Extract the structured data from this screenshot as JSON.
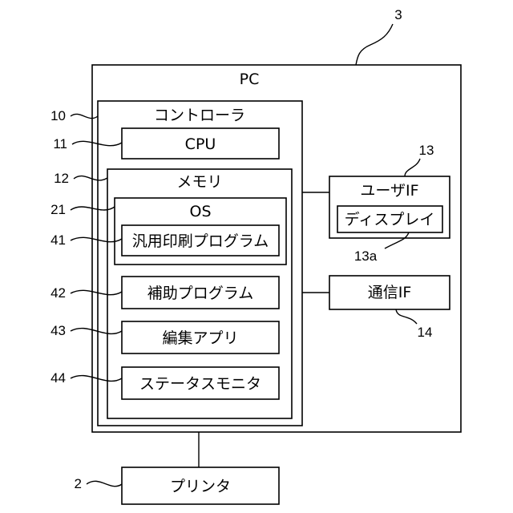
{
  "pc": {
    "label": "PC",
    "ref": "3"
  },
  "controller": {
    "label": "コントローラ",
    "ref": "10"
  },
  "cpu": {
    "label": "CPU",
    "ref": "11"
  },
  "memory": {
    "label": "メモリ",
    "ref": "12"
  },
  "os": {
    "label": "OS",
    "ref": "21"
  },
  "generic_print": {
    "label": "汎用印刷プログラム",
    "ref": "41"
  },
  "assist_program": {
    "label": "補助プログラム",
    "ref": "42"
  },
  "edit_app": {
    "label": "編集アプリ",
    "ref": "43"
  },
  "status_monitor": {
    "label": "ステータスモニタ",
    "ref": "44"
  },
  "user_if": {
    "label": "ユーザIF",
    "ref": "13"
  },
  "display": {
    "label": "ディスプレイ",
    "ref": "13a"
  },
  "comm_if": {
    "label": "通信IF",
    "ref": "14"
  },
  "printer": {
    "label": "プリンタ",
    "ref": "2"
  }
}
